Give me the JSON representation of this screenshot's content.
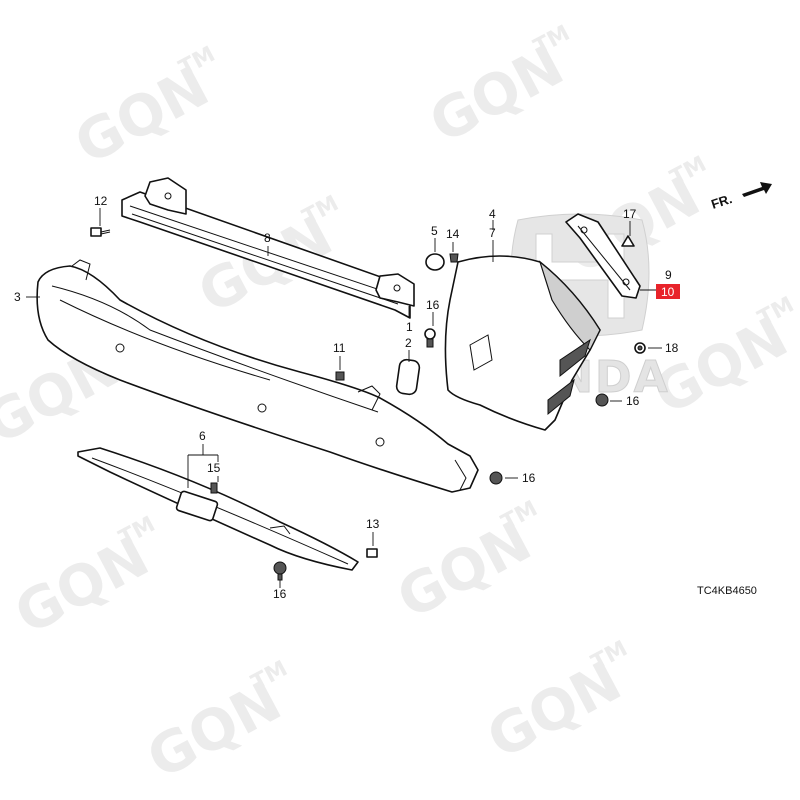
{
  "watermark": {
    "text": "GQN",
    "tm": "TM"
  },
  "logo_text": "HONDA",
  "direction": {
    "label": "FR."
  },
  "diagram_code": "TC4KB4650",
  "callouts": {
    "c1": "1",
    "c2": "2",
    "c3": "3",
    "c4": "4",
    "c5": "5",
    "c6": "6",
    "c7": "7",
    "c8": "8",
    "c9": "9",
    "c10": "10",
    "c11": "11",
    "c12": "12",
    "c13": "13",
    "c14": "14",
    "c15": "15",
    "c16": "16",
    "c17": "17",
    "c18": "18"
  },
  "highlight_color": "#e8232a"
}
